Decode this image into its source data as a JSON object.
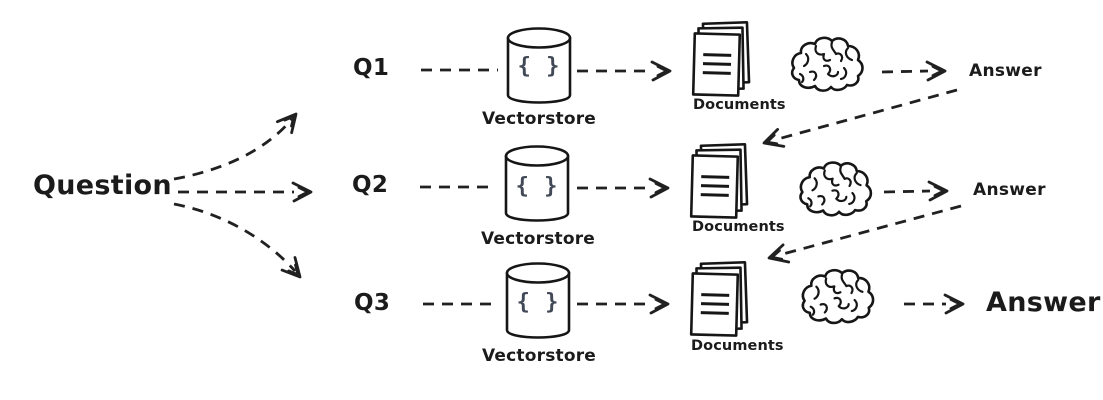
{
  "diagram": {
    "background_color": "#ffffff",
    "ink_color": "#1e1e1e",
    "brace_color": "#424956",
    "question_label": "Question",
    "branches": [
      {
        "query_label": "Q1",
        "vectorstore_label": "Vectorstore",
        "vectorstore_icon_text": "{ }",
        "documents_label": "Documents",
        "answer_label": "Answer"
      },
      {
        "query_label": "Q2",
        "vectorstore_label": "Vectorstore",
        "vectorstore_icon_text": "{ }",
        "documents_label": "Documents",
        "answer_label": "Answer"
      },
      {
        "query_label": "Q3",
        "vectorstore_label": "Vectorstore",
        "vectorstore_icon_text": "{ }",
        "documents_label": "Documents",
        "answer_label": "Answer"
      }
    ],
    "icons": {
      "vectorstore": "database-cylinder-icon",
      "documents": "document-stack-icon",
      "llm": "brain-icon",
      "connector": "dashed-arrow"
    }
  }
}
